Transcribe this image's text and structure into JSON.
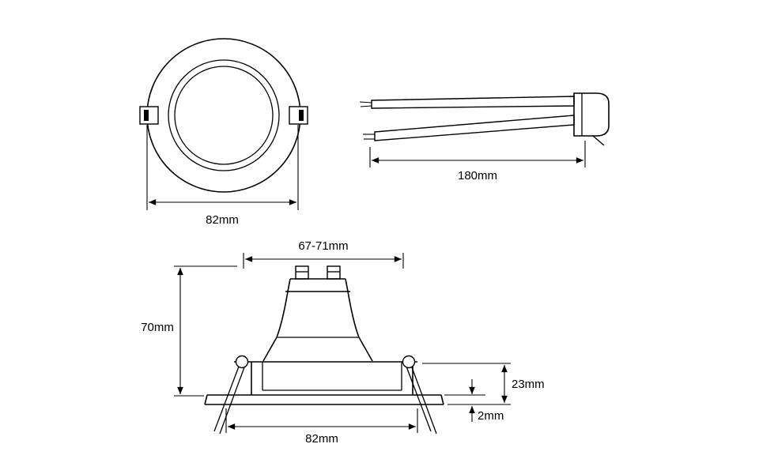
{
  "drawing": {
    "background_color": "#ffffff",
    "line_color": "#000000",
    "front_view": {
      "diameter": "82mm"
    },
    "lead_view": {
      "length": "180mm"
    },
    "section_view": {
      "lamp_width": "67-71mm",
      "overall_height": "70mm",
      "recess_depth": "23mm",
      "flange_thickness": "2mm",
      "cutout_width": "82mm"
    }
  }
}
